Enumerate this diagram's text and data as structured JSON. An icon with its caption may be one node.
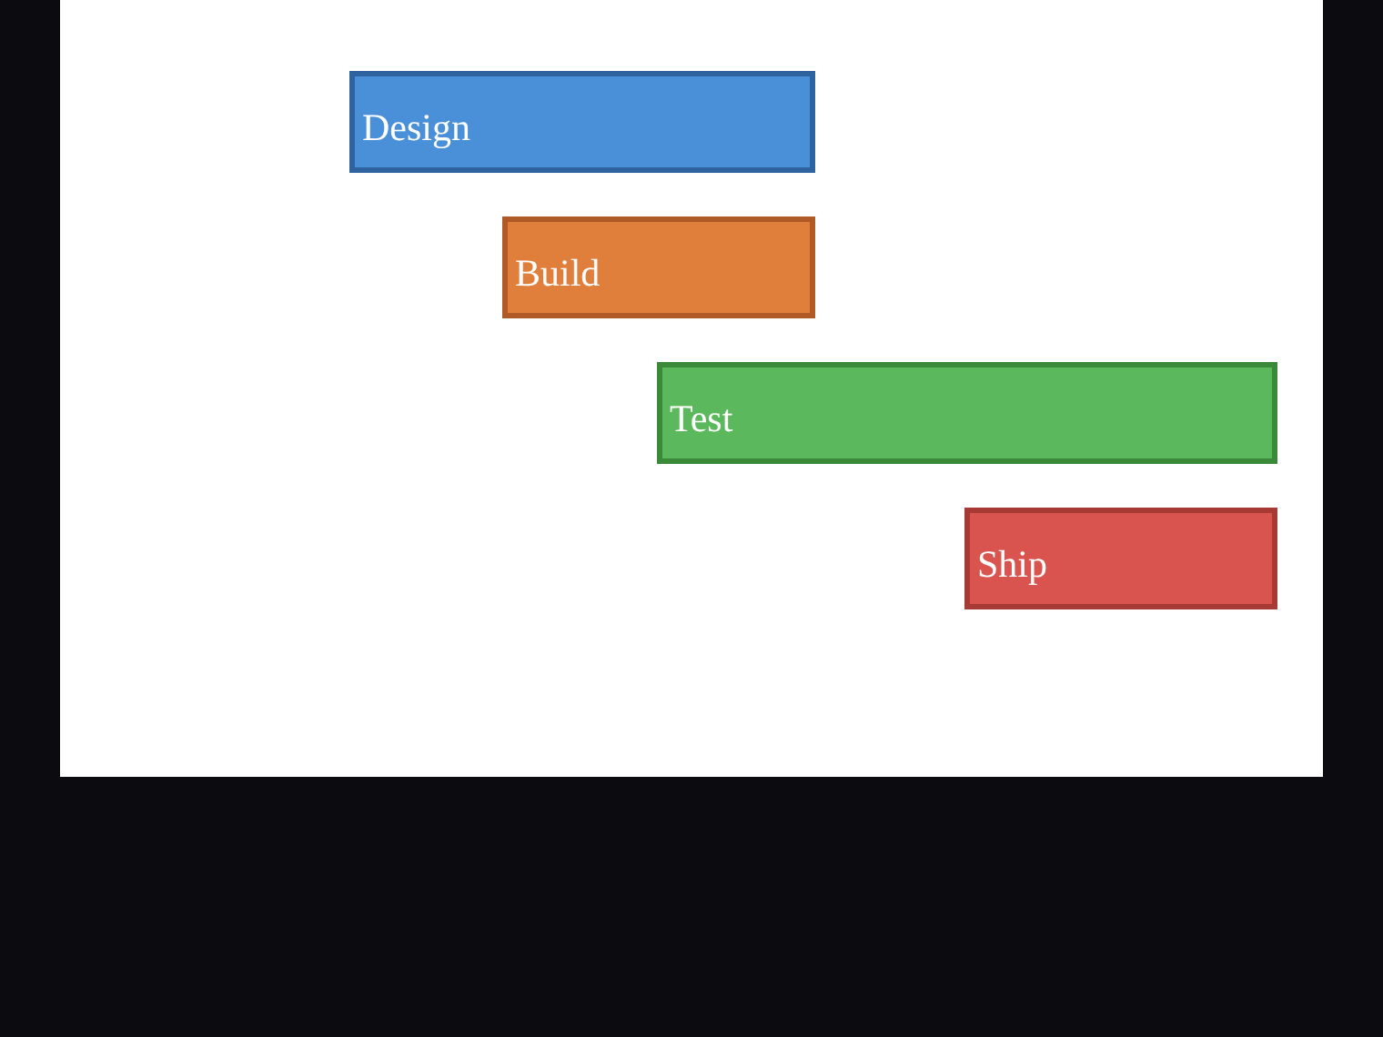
{
  "diagram": {
    "nodes": [
      {
        "text": [
          "Design"
        ]
      },
      {
        "text": [
          "Build"
        ]
      },
      {
        "text": [
          "Test"
        ]
      },
      {
        "text": [
          "Ship"
        ]
      }
    ]
  }
}
